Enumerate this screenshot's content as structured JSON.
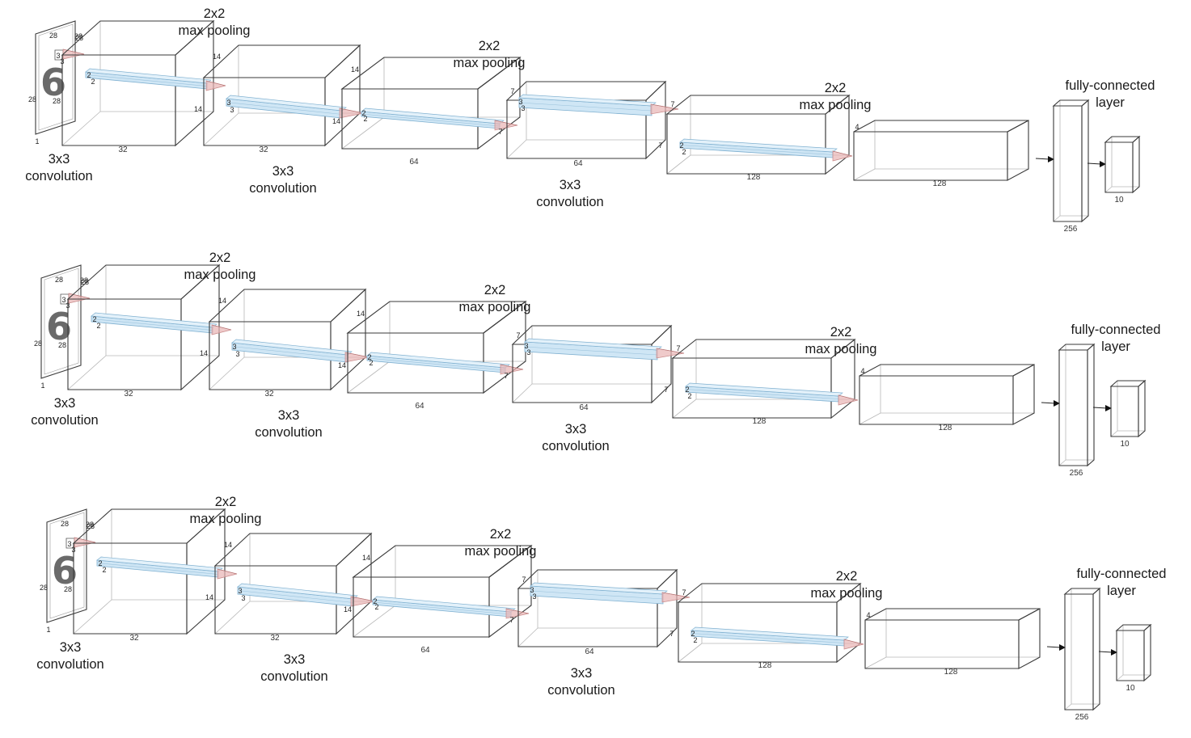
{
  "rows": [
    {
      "digit": "6"
    },
    {
      "digit": "6"
    },
    {
      "digit": "6"
    }
  ],
  "labels": {
    "conv": [
      "3x3",
      "convolution"
    ],
    "pool": [
      "2x2",
      "max pooling"
    ],
    "fc": [
      "fully-connected",
      "layer"
    ]
  },
  "dims": {
    "input": {
      "h": "28",
      "w": "28",
      "c": "1"
    },
    "conv_kernel": "3",
    "pool_kernel": "2",
    "block1": {
      "size": "28",
      "channels": "32"
    },
    "block2": {
      "size": "14",
      "channels": "32"
    },
    "block3": {
      "size": "14",
      "channels": "64"
    },
    "block4": {
      "size": "7",
      "channels": "64"
    },
    "block5": {
      "size": "7",
      "channels": "128"
    },
    "block6": {
      "size": "4",
      "channels": "128"
    },
    "fc1": "256",
    "fc2": "10"
  },
  "colors": {
    "kernel_fill": "#cfe6f5",
    "kernel_stroke": "#7fb0d0",
    "pool_arrow": "#e8b4b4"
  }
}
